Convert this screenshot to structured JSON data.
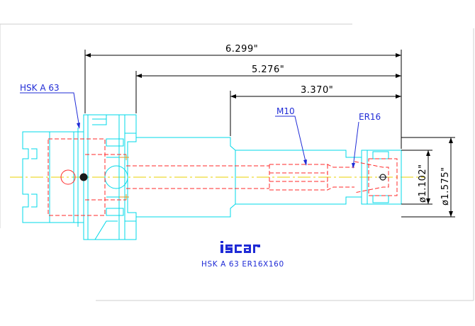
{
  "drawing": {
    "dimensions": {
      "overall_length": "6.299\"",
      "mid_length": "5.276\"",
      "bore_length": "3.370\"",
      "dia_small": "ø1.102\"",
      "dia_large": "ø1.575\""
    },
    "callouts": {
      "shank": "HSK  A 63",
      "thread": "M10",
      "collet": "ER16"
    },
    "logo_text": "iscar",
    "caption": "HSK  A 63  ER16X160"
  },
  "colors": {
    "body": "#00d8e8",
    "hidden": "#ff2a2a",
    "center": "#e8d200",
    "callout": "#1f2bd6",
    "dimension": "#000000"
  }
}
